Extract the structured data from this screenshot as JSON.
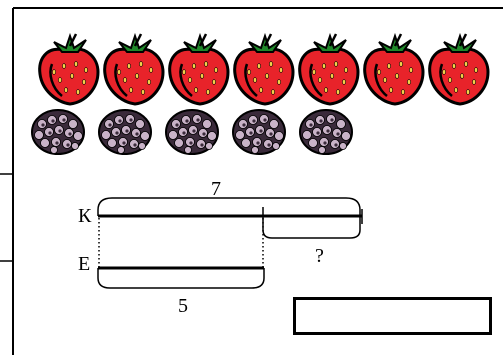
{
  "fruits": {
    "strawberries": {
      "count": 7,
      "icon": "strawberry-icon",
      "colors": {
        "body": "#e8232a",
        "outline": "#000000",
        "leaf": "#1f8a2a",
        "seed": "#f2d24a"
      }
    },
    "blackberries": {
      "count": 5,
      "icon": "blackberry-icon",
      "colors": {
        "body": "#3a2a3a",
        "highlight": "#c9b3c8",
        "outline": "#000000"
      }
    }
  },
  "diagram": {
    "row_k": {
      "label": "К"
    },
    "row_e": {
      "label": "Е"
    },
    "total_label": "7",
    "part_e_label": "5",
    "unknown_label": "?"
  },
  "answer_box": {
    "value": ""
  }
}
